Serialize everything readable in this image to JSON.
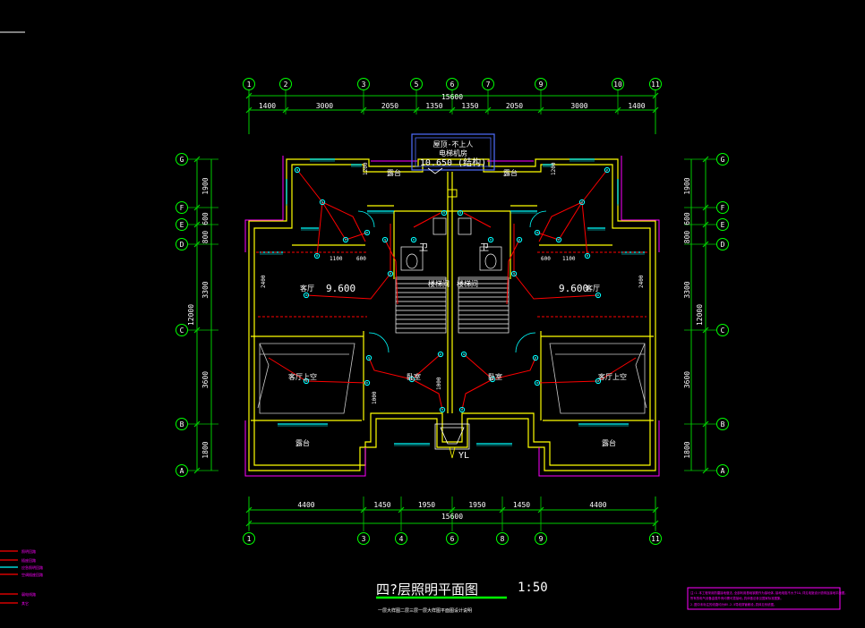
{
  "colors": {
    "background": "#000000",
    "axis_green": "#00ff00",
    "dimension_green": "#00cc00",
    "wall_yellow": "#ffff00",
    "wiring_red": "#ff0000",
    "fixture_cyan": "#00ffff",
    "balcony_magenta": "#ff00ff",
    "text_white": "#ffffff",
    "stair_white": "#ffffff",
    "frame_blue": "#4f6fff"
  },
  "axes_top": [
    "1",
    "2",
    "3",
    "5",
    "6",
    "7",
    "9",
    "10",
    "11"
  ],
  "axes_bottom": [
    "1",
    "3",
    "4",
    "6",
    "8",
    "9",
    "11"
  ],
  "axes_left": [
    "G",
    "F",
    "E",
    "D",
    "C",
    "B",
    "A"
  ],
  "axes_right": [
    "G",
    "F",
    "E",
    "D",
    "C",
    "B",
    "A"
  ],
  "dims_top_total": "15600",
  "dims_top": [
    "1400",
    "3000",
    "2050",
    "1350",
    "1350",
    "2050",
    "3000",
    "1400"
  ],
  "dims_bottom_total": "15600",
  "dims_bottom": [
    "4400",
    "1450",
    "1950",
    "1950",
    "1450",
    "4400"
  ],
  "dims_left_total": "12000",
  "dims_left": [
    "1800",
    "3600",
    "3300",
    "800",
    "600",
    "1900"
  ],
  "dims_right_total": "12000",
  "dims_right": [
    "1800",
    "3600",
    "3300",
    "800",
    "600",
    "1900"
  ],
  "roof_box": {
    "line1": "屋顶-不上人",
    "line2": "电梯机房",
    "elevation": "10.650 (结构)"
  },
  "room_labels": {
    "living_left": "客厅",
    "living_right": "客厅",
    "elev_left": "9.600",
    "elev_right": "9.600",
    "bed_left": "客厅上空",
    "bed_right": "客厅上空",
    "mid_left": "卧室",
    "mid_right": "卧室",
    "terrace_left": "露台",
    "terrace_right": "露台",
    "top_left": "露台",
    "top_right": "露台",
    "stair_left": "楼梯间",
    "stair_right": "楼梯间",
    "bath_left": "卫",
    "bath_right": "卫",
    "yl": "YL"
  },
  "small_dims": {
    "a": "1100",
    "b": "600",
    "c": "600",
    "d": "1100",
    "v1": "1200",
    "v2": "2400",
    "v3": "2400",
    "v4": "1200",
    "v5": "1000",
    "v6": "1000"
  },
  "title": {
    "name": "四?层照明平面图",
    "scale": "1:50",
    "subtitle": "一层大样图二层三层一层大样图平面图设计说明"
  },
  "notes_box": {
    "line1": "注:1.本工程采用防雷接地做法,全部利用基础钢筋作为接地体,接地电阻不大于1Ω,详见电施设计说明及接地平面图。",
    "line2": "  所有的电气设备金属外壳均需可靠接地,具体做法参见国家标准图集。",
    "line3": "  2.图中未标注的线路均为BV-2.5导线穿管敷设,具体见系统图。"
  },
  "legend_left": [
    "照明回路",
    "插座回路",
    "应急照明回路",
    "空调插座回路",
    "弱电线路",
    "其它"
  ]
}
